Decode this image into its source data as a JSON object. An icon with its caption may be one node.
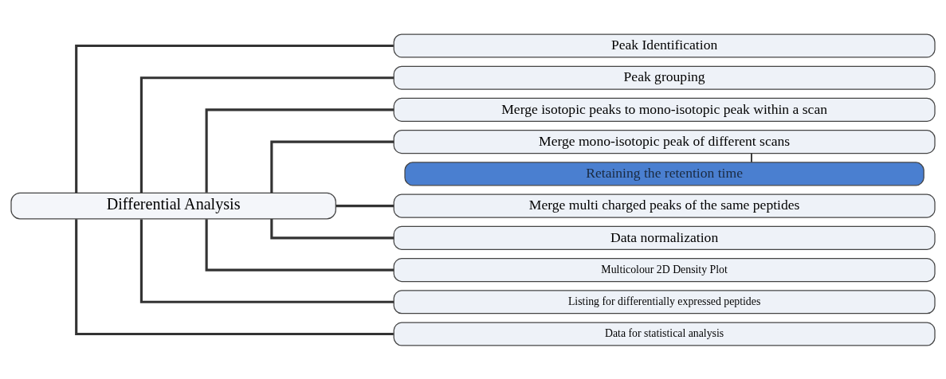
{
  "diagram": {
    "nodes": [
      {
        "text": [
          "Differential Analysis"
        ]
      },
      {
        "text": [
          "Peak Identification"
        ]
      },
      {
        "text": [
          "Peak grouping"
        ]
      },
      {
        "text": [
          "Merge isotopic peaks to mono-isotopic peak within a scan"
        ]
      },
      {
        "text": [
          "Merge mono-isotopic peak of different scans"
        ]
      },
      {
        "text": [
          "Retaining the retention time"
        ]
      },
      {
        "text": [
          "Merge multi charged peaks of the same peptides"
        ]
      },
      {
        "text": [
          "Data normalization"
        ]
      },
      {
        "text": [
          "Multicolour 2D Density Plot"
        ]
      },
      {
        "text": [
          "Listing for differentially expressed peptides"
        ]
      },
      {
        "text": [
          "Data for statistical analysis"
        ]
      }
    ],
    "edges": [
      {
        "from": 0,
        "to": 1,
        "arrow": "none"
      },
      {
        "from": 0,
        "to": 2,
        "arrow": "none"
      },
      {
        "from": 0,
        "to": 3,
        "arrow": "none"
      },
      {
        "from": 0,
        "to": 4,
        "arrow": "none"
      },
      {
        "from": 4,
        "to": 5,
        "arrow": "none"
      },
      {
        "from": 0,
        "to": 6,
        "arrow": "none"
      },
      {
        "from": 0,
        "to": 7,
        "arrow": "none"
      },
      {
        "from": 0,
        "to": 8,
        "arrow": "none"
      },
      {
        "from": 0,
        "to": 9,
        "arrow": "none"
      },
      {
        "from": 0,
        "to": 10,
        "arrow": "none"
      }
    ]
  }
}
